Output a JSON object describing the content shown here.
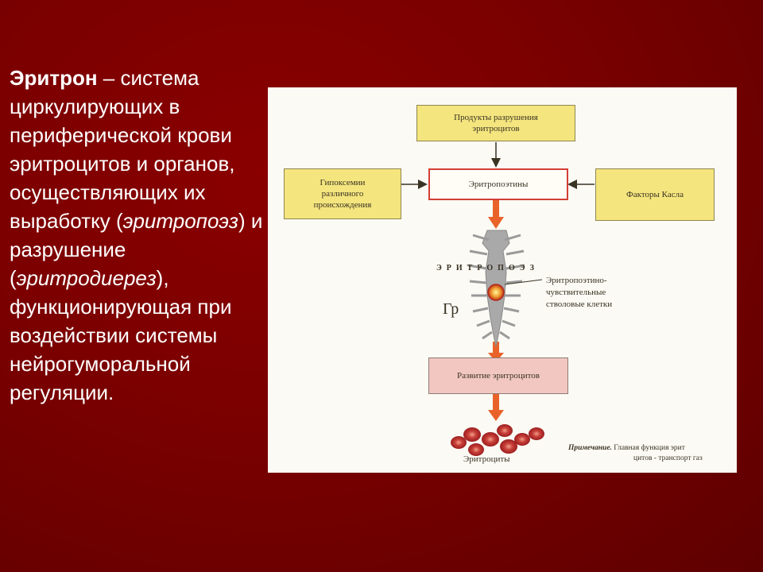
{
  "left": {
    "term": "Эритрон",
    "part1": " – система циркулирующих в периферической крови эритроцитов и органов, осуществляющих их выработку (",
    "italic1": "эритропоэз",
    "part2": ") и разрушение (",
    "italic2": "эритродиерез",
    "part3": "), функционирующая при воздействии системы нейрогуморальной регуляции."
  },
  "diagram": {
    "box_products": "Продукты разрушения эритроцитов",
    "box_hypoxemia": "Гипоксемии различного происхождения",
    "box_epo": "Эритропоэтины",
    "box_castle": "Факторы Касла",
    "erythropoiesis_label": "Эритропоэз",
    "gr_label": "Гр",
    "cell_label_line1": "Эритропоэтино-",
    "cell_label_line2": "чувствительные",
    "cell_label_line3": "стволовые клетки",
    "box_development": "Развитие эритроцитов",
    "erythrocytes_label": "Эритроциты",
    "note_title": "Примечание.",
    "note_line1": "Главная функция эрит",
    "note_line2": "цитов - транспорт газ"
  },
  "colors": {
    "background": "#7a0000",
    "yellow_box": "#f4e57e",
    "epo_border": "#d23f36",
    "pink_box": "#f2c7c2",
    "orange_arrow": "#e8622a"
  }
}
